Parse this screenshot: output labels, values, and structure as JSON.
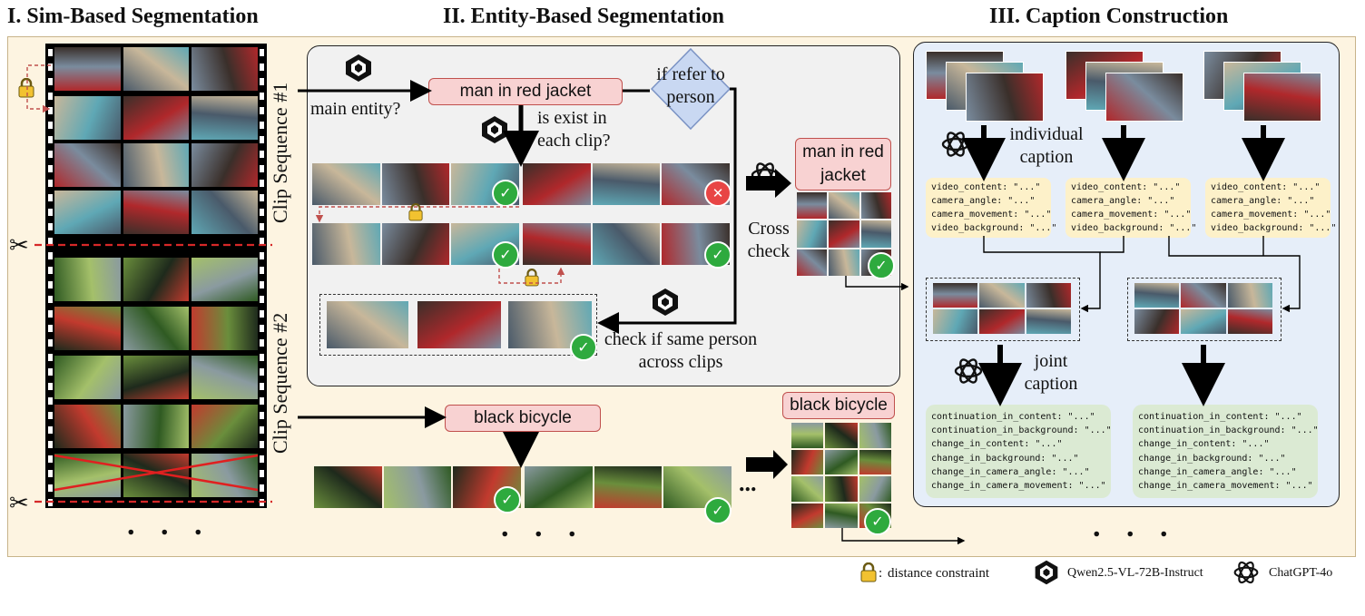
{
  "titles": {
    "s1": "I. Sim-Based Segmentation",
    "s2": "II. Entity-Based Segmentation",
    "s3": "III. Caption Construction"
  },
  "film": {
    "seq1": "Clip Sequence #1",
    "seq2": "Clip Sequence #2",
    "dots": ". . ."
  },
  "entity": {
    "main_entity_q": "main entity?",
    "entity1": "man in red jacket",
    "refer_q": "if refer to person",
    "exist_q": "is exist in each clip?",
    "cross_check": "Cross check",
    "same_person_q": "check if same person across clips",
    "entity2": "black bicycle",
    "ellipsis": "...",
    "dots": ". . ."
  },
  "caption": {
    "individual": "individual caption",
    "joint": "joint caption",
    "dots": ". . .",
    "individual_fields": "video_content: \"...\"\ncamera_angle: \"...\"\ncamera_movement: \"...\"\nvideo_background: \"...\"",
    "joint_fields": "continuation_in_content: \"...\"\ncontinuation_in_background: \"...\"\nchange_in_content: \"...\"\nchange_in_background: \"...\"\nchange_in_camera_angle: \"...\"\nchange_in_camera_movement: \"...\""
  },
  "legend": {
    "lock": "distance constraint",
    "qwen": "Qwen2.5-VL-72B-Instruct",
    "gpt": "ChatGPT-4o"
  },
  "colors": {
    "accent_red": "#d62828",
    "check_green": "#2eaa3e",
    "entity_fill": "#f8d2d2",
    "yellow_box": "#fdf1c9",
    "green_box": "#dbead3",
    "panel3_bg": "#e6eef9"
  },
  "icons": [
    "lock-icon",
    "scissors-icon",
    "qwen-logo-icon",
    "chatgpt-logo-icon",
    "check-icon",
    "cross-icon",
    "diamond-decision-icon"
  ]
}
